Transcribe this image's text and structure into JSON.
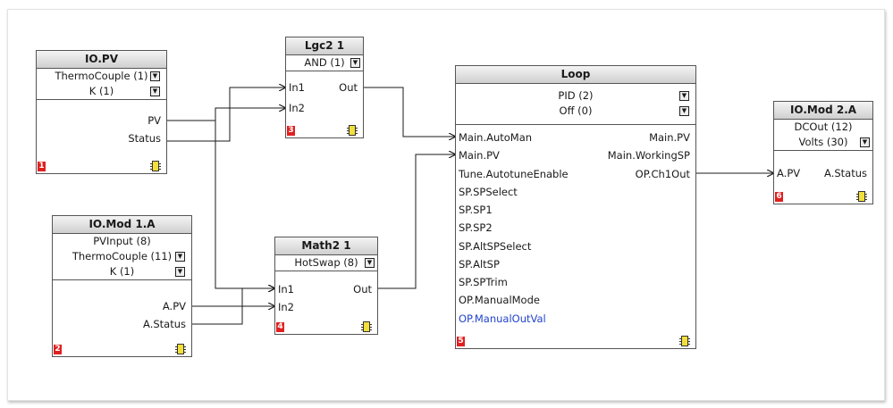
{
  "blocks": {
    "io_pv": {
      "title": "IO.PV",
      "params": [
        "ThermoCouple (1)",
        "K (1)"
      ],
      "outputs": [
        "PV",
        "Status"
      ],
      "number": "1"
    },
    "io_mod1a": {
      "title": "IO.Mod 1.A",
      "params": [
        "PVInput (8)",
        "ThermoCouple (11)",
        "K (1)"
      ],
      "outputs": [
        "A.PV",
        "A.Status"
      ],
      "number": "2"
    },
    "lgc2": {
      "title": "Lgc2 1",
      "params": [
        "AND (1)"
      ],
      "inputs": [
        "In1",
        "In2"
      ],
      "output": "Out",
      "number": "3"
    },
    "math2": {
      "title": "Math2 1",
      "params": [
        "HotSwap (8)"
      ],
      "inputs": [
        "In1",
        "In2"
      ],
      "output": "Out",
      "number": "4"
    },
    "loop": {
      "title": "Loop",
      "params": [
        "PID (2)",
        "Off (0)"
      ],
      "inputs": [
        "Main.AutoMan",
        "Main.PV",
        "Tune.AutotuneEnable",
        "SP.SPSelect",
        "SP.SP1",
        "SP.SP2",
        "SP.AltSPSelect",
        "SP.AltSP",
        "SP.SPTrim",
        "OP.ManualMode",
        "OP.ManualOutVal"
      ],
      "outputs": [
        "Main.PV",
        "Main.WorkingSP",
        "OP.Ch1Out"
      ],
      "number": "5"
    },
    "io_mod2a": {
      "title": "IO.Mod 2.A",
      "params": [
        "DCOut (12)",
        "Volts (30)"
      ],
      "inputs": [
        "A.PV"
      ],
      "outputs": [
        "A.Status"
      ],
      "number": "6"
    }
  },
  "colors": {
    "wire": "#1a1a1a",
    "header": "#d8d8d8",
    "number_badge": "#e02020",
    "chip": "#f3df3a",
    "wired_param": "#2244cc"
  },
  "icons": {
    "dropdown": "dropdown-arrow-icon",
    "chip": "function-block-chip-icon"
  }
}
